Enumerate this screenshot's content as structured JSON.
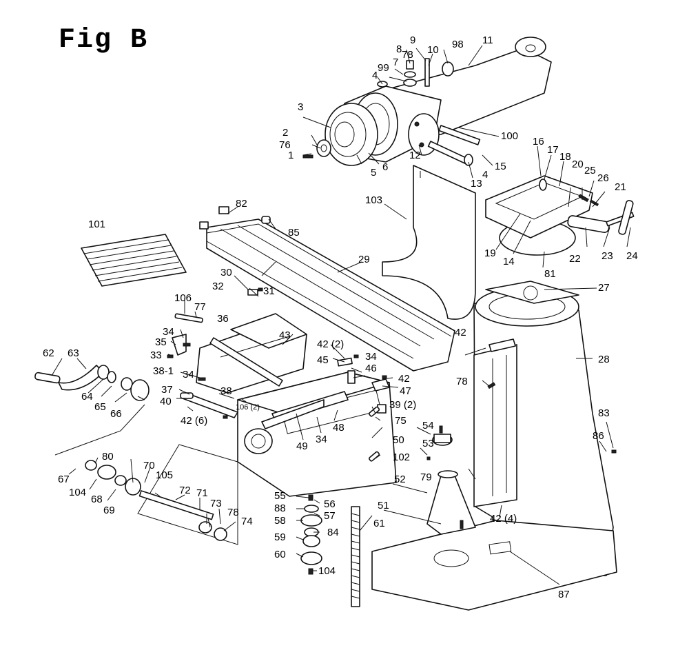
{
  "figure": {
    "title": "Fig B"
  },
  "labels": {
    "p1": "1",
    "p2": "2",
    "p3": "3",
    "p4a": "4",
    "p4b": "4",
    "p5": "5",
    "p6": "6",
    "p7": "7",
    "p8": "8",
    "p9": "9",
    "p10": "10",
    "p11": "11",
    "p12": "12",
    "p13": "13",
    "p14": "14",
    "p15": "15",
    "p16": "16",
    "p17": "17",
    "p18": "18",
    "p19": "19",
    "p20": "20",
    "p21": "21",
    "p22": "22",
    "p23": "23",
    "p24": "24",
    "p25": "25",
    "p26": "26",
    "p27": "27",
    "p28": "28",
    "p29": "29",
    "p30": "30",
    "p31": "31",
    "p32": "32",
    "p33": "33",
    "p34a": "34",
    "p34b": "34",
    "p34c": "34",
    "p34d": "34",
    "p35": "35",
    "p36": "36",
    "p37": "37",
    "p38a": "38-1",
    "p38b": "38",
    "p39": "39 (2)",
    "p40": "40",
    "p42a": "42 (2)",
    "p42b": "42",
    "p42c": "42",
    "p42d": "42 (6)",
    "p42e": "42 (4)",
    "p43": "43",
    "p45": "45",
    "p46": "46",
    "p47": "47",
    "p48": "48",
    "p49": "49",
    "p50": "50",
    "p51": "51",
    "p52": "52",
    "p53": "53",
    "p54": "54",
    "p55": "55",
    "p56": "56",
    "p57": "57",
    "p58": "58",
    "p59": "59",
    "p60": "60",
    "p61": "61",
    "p62": "62",
    "p63": "63",
    "p64": "64",
    "p65": "65",
    "p66": "66",
    "p67": "67",
    "p68": "68",
    "p69": "69",
    "p70": "70",
    "p71": "71",
    "p72": "72",
    "p73": "73",
    "p74": "74",
    "p75": "75",
    "p76": "76",
    "p77": "77",
    "p78a": "78",
    "p78b": "78",
    "p78c": "78",
    "p79": "79",
    "p80": "80",
    "p81": "81",
    "p82": "82",
    "p83": "83",
    "p84": "84",
    "p85": "85",
    "p86": "86",
    "p87": "87",
    "p88": "88",
    "p98": "98",
    "p99": "99",
    "p100": "100",
    "p101": "101",
    "p102": "102",
    "p103": "103",
    "p104a": "104",
    "p104b": "104",
    "p105": "105",
    "p106a": "106",
    "p106b": "106 (2)"
  }
}
